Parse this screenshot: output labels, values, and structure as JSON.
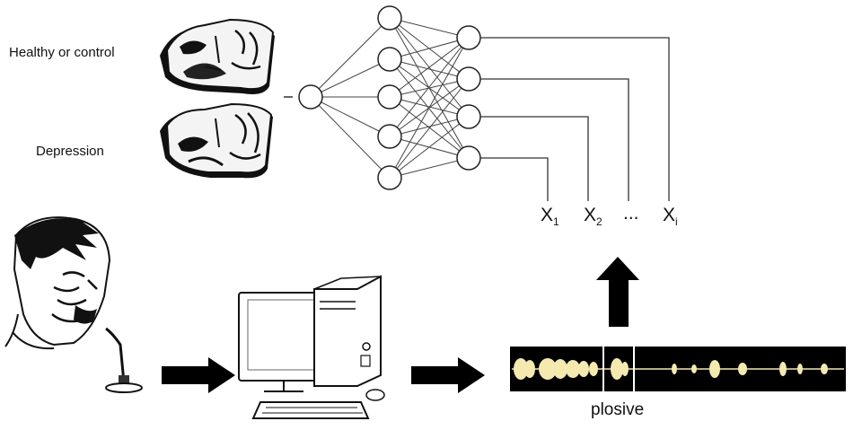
{
  "classes": {
    "healthy_label": "Healthy or control",
    "depression_label": "Depression"
  },
  "features": {
    "x1": {
      "base": "X",
      "sub": "1"
    },
    "x2": {
      "base": "X",
      "sub": "2"
    },
    "ellipsis": "...",
    "xi": {
      "base": "X",
      "sub": "i"
    }
  },
  "waveform": {
    "caption": "plosive",
    "background": "#000000",
    "wave_color": "#f4eab0"
  },
  "colors": {
    "ink": "#111111",
    "arrow": "#000000"
  },
  "icons": [
    "face-healthy-icon",
    "face-depression-icon",
    "speaker-person-icon",
    "microphone-icon",
    "computer-icon",
    "arrow-right-icon",
    "arrow-up-icon"
  ]
}
